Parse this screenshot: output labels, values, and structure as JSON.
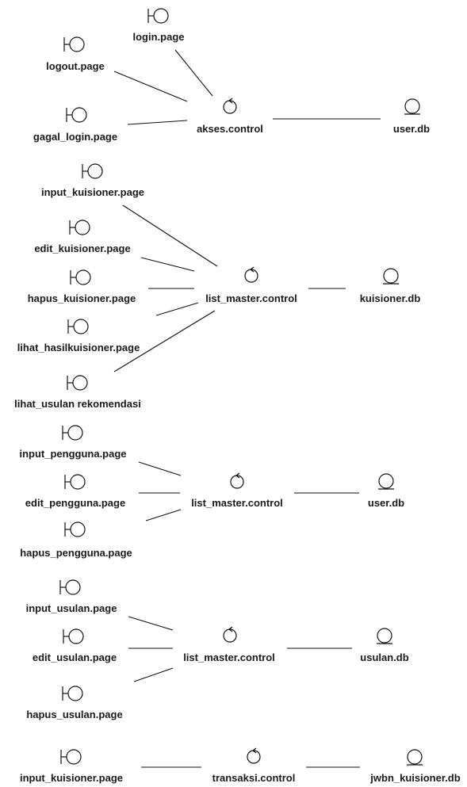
{
  "group1": {
    "login_page": "login.page",
    "logout_page": "logout.page",
    "gagal_login_page": "gagal_login.page",
    "control": "akses.control",
    "db": "user.db"
  },
  "group2": {
    "input_kuisioner_page": "input_kuisioner.page",
    "edit_kuisioner_page": "edit_kuisioner.page",
    "hapus_kuisioner_page": "hapus_kuisioner.page",
    "lihat_hasilkuisioner_page": "lihat_hasilkuisioner.page",
    "lihat_usulan_rekomendasi": "lihat_usulan rekomendasi",
    "control": "list_master.control",
    "db": "kuisioner.db"
  },
  "group3": {
    "input_pengguna_page": "input_pengguna.page",
    "edit_pengguna_page": "edit_pengguna.page",
    "hapus_pengguna_page": "hapus_pengguna.page",
    "control": "list_master.control",
    "db": "user.db"
  },
  "group4": {
    "input_usulan_page": "input_usulan.page",
    "edit_usulan_page": "edit_usulan.page",
    "hapus_usulan_page": "hapus_usulan.page",
    "control": "list_master.control",
    "db": "usulan.db"
  },
  "group5": {
    "input_kuisioner_page": "input_kuisioner.page",
    "control": "transaksi.control",
    "db": "jwbn_kuisioner.db"
  }
}
